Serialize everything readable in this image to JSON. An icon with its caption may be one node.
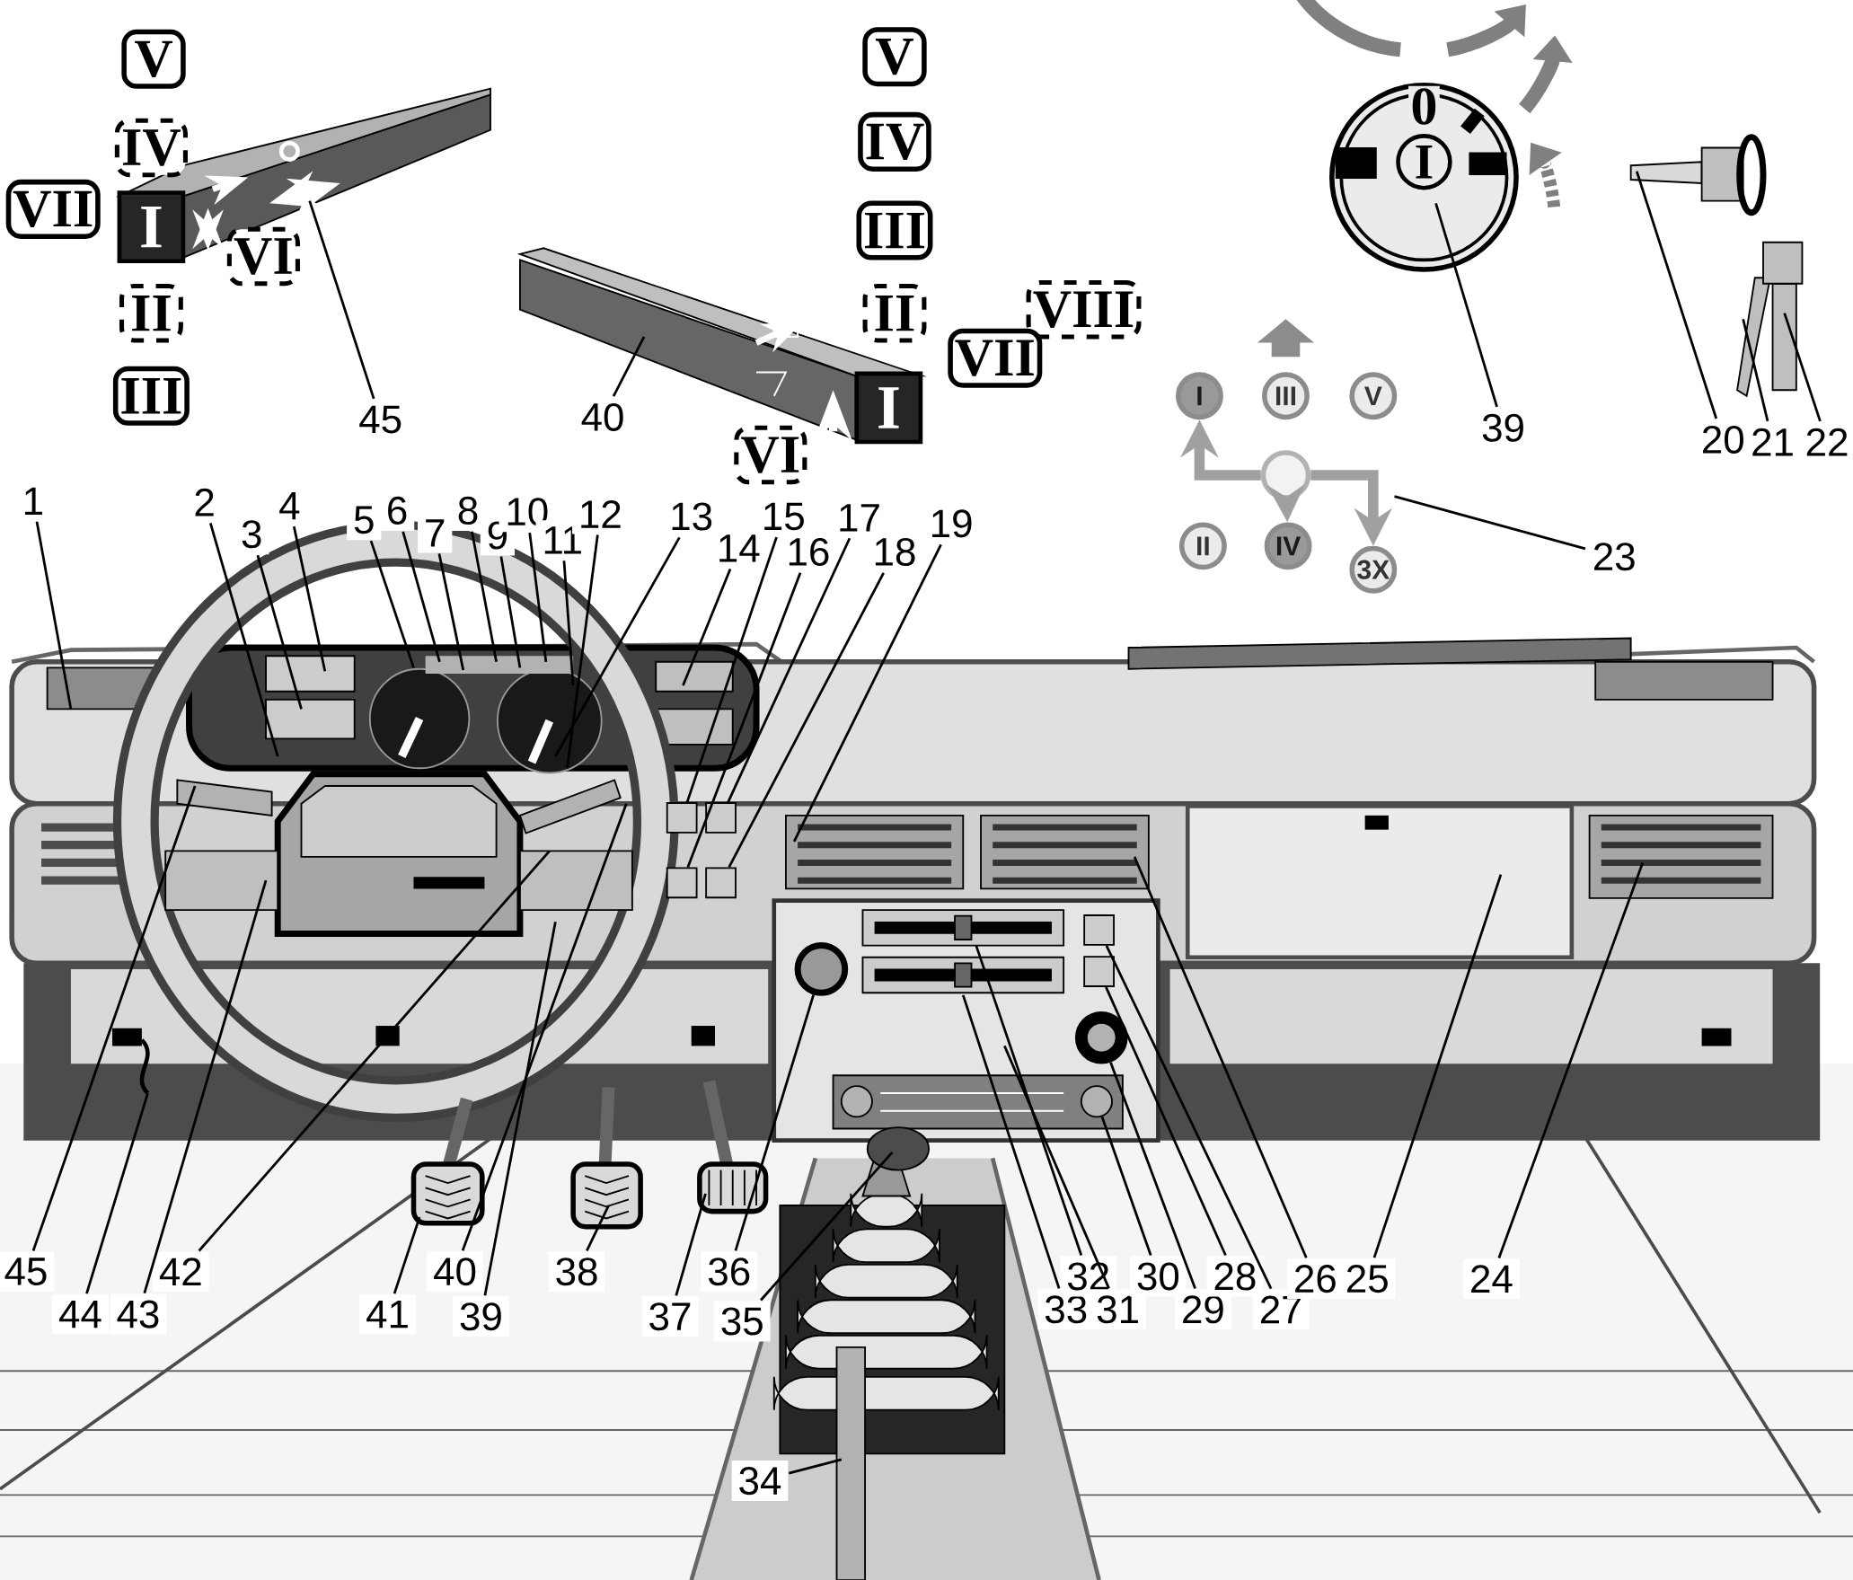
{
  "diagram": {
    "nodes": [
      {
        "text": [
          "V"
        ]
      },
      {
        "text": [
          "IV"
        ]
      },
      {
        "text": [
          "VII"
        ]
      },
      {
        "text": [
          "I"
        ]
      },
      {
        "text": [
          "VI"
        ]
      },
      {
        "text": [
          "II"
        ]
      },
      {
        "text": [
          "III"
        ]
      },
      {
        "text": [
          "V"
        ]
      },
      {
        "text": [
          "IV"
        ]
      },
      {
        "text": [
          "III"
        ]
      },
      {
        "text": [
          "II"
        ]
      },
      {
        "text": [
          "VIII"
        ]
      },
      {
        "text": [
          "VII"
        ]
      },
      {
        "text": [
          "I"
        ]
      },
      {
        "text": [
          "VI"
        ]
      },
      {
        "text": [
          "I"
        ]
      },
      {
        "text": [
          "III"
        ]
      },
      {
        "text": [
          "V"
        ]
      },
      {
        "text": [],
        "shape": "circle"
      },
      {
        "text": [
          "II"
        ]
      },
      {
        "text": [
          "IV"
        ]
      },
      {
        "text": [
          "3X"
        ]
      },
      {
        "text": [
          "45"
        ]
      },
      {
        "text": [
          "40"
        ]
      },
      {
        "text": [
          "39"
        ]
      },
      {
        "text": [
          "20"
        ]
      },
      {
        "text": [
          "21"
        ]
      },
      {
        "text": [
          "22"
        ]
      },
      {
        "text": [
          "1"
        ]
      },
      {
        "text": [
          "2"
        ]
      },
      {
        "text": [
          "3"
        ]
      },
      {
        "text": [
          "4"
        ]
      },
      {
        "text": [
          "5"
        ]
      },
      {
        "text": [
          "6"
        ]
      },
      {
        "text": [
          "7"
        ]
      },
      {
        "text": [
          "8"
        ]
      },
      {
        "text": [
          "9"
        ]
      },
      {
        "text": [
          "10"
        ]
      },
      {
        "text": [
          "11"
        ]
      },
      {
        "text": [
          "12"
        ]
      },
      {
        "text": [
          "13"
        ]
      },
      {
        "text": [
          "14"
        ]
      },
      {
        "text": [
          "15"
        ]
      },
      {
        "text": [
          "16"
        ]
      },
      {
        "text": [
          "17"
        ]
      },
      {
        "text": [
          "18"
        ]
      },
      {
        "text": [
          "19"
        ]
      },
      {
        "text": [
          "23"
        ]
      },
      {
        "text": [
          "45"
        ]
      },
      {
        "text": [
          "44"
        ]
      },
      {
        "text": [
          "43"
        ]
      },
      {
        "text": [
          "42"
        ]
      },
      {
        "text": [
          "41"
        ]
      },
      {
        "text": [
          "40"
        ]
      },
      {
        "text": [
          "39"
        ]
      },
      {
        "text": [
          "38"
        ]
      },
      {
        "text": [
          "37"
        ]
      },
      {
        "text": [
          "36"
        ]
      },
      {
        "text": [
          "35"
        ]
      },
      {
        "text": [
          "33"
        ]
      },
      {
        "text": [
          "32"
        ]
      },
      {
        "text": [
          "31"
        ]
      },
      {
        "text": [
          "30"
        ]
      },
      {
        "text": [
          "29"
        ]
      },
      {
        "text": [
          "28"
        ]
      },
      {
        "text": [
          "27"
        ]
      },
      {
        "text": [
          "26"
        ]
      },
      {
        "text": [
          "25"
        ]
      },
      {
        "text": [
          "24"
        ]
      },
      {
        "text": [
          "34"
        ]
      },
      {
        "text": [],
        "shape": "box"
      },
      {
        "text": [],
        "shape": "box"
      },
      {
        "text": [],
        "shape": "box"
      },
      {
        "text": [],
        "shape": "box"
      },
      {
        "text": [],
        "shape": "circle"
      },
      {
        "text": [],
        "shape": "box"
      },
      {
        "text": [],
        "shape": "box"
      },
      {
        "text": [],
        "shape": "circle"
      },
      {
        "text": [],
        "shape": "circle"
      }
    ],
    "edges": [
      {
        "from": 18,
        "to": 15,
        "arrow": "to",
        "style": "thick",
        "color": "#a0a0a0"
      },
      {
        "from": 18,
        "to": 20,
        "arrow": "to",
        "style": "thick",
        "color": "#a0a0a0"
      },
      {
        "from": 18,
        "to": 21,
        "arrow": "to",
        "style": "thick",
        "color": "#a0a0a0"
      },
      {
        "from": 22,
        "to": null,
        "arrow": "none"
      },
      {
        "from": 23,
        "to": null,
        "arrow": "none"
      },
      {
        "from": 24,
        "to": null,
        "arrow": "none"
      },
      {
        "from": 25,
        "to": null,
        "arrow": "none"
      },
      {
        "from": 26,
        "to": null,
        "arrow": "none"
      },
      {
        "from": 27,
        "to": null,
        "arrow": "none"
      },
      {
        "from": 28,
        "to": null,
        "arrow": "none"
      },
      {
        "from": 29,
        "to": null,
        "arrow": "none"
      },
      {
        "from": 30,
        "to": null,
        "arrow": "none"
      },
      {
        "from": 31,
        "to": null,
        "arrow": "none"
      },
      {
        "from": 32,
        "to": null,
        "arrow": "none"
      },
      {
        "from": 33,
        "to": null,
        "arrow": "none"
      },
      {
        "from": 34,
        "to": null,
        "arrow": "none"
      },
      {
        "from": 35,
        "to": null,
        "arrow": "none"
      },
      {
        "from": 36,
        "to": null,
        "arrow": "none"
      },
      {
        "from": 37,
        "to": null,
        "arrow": "none"
      },
      {
        "from": 38,
        "to": null,
        "arrow": "none"
      },
      {
        "from": 39,
        "to": null,
        "arrow": "none"
      },
      {
        "from": 40,
        "to": null,
        "arrow": "none"
      },
      {
        "from": 41,
        "to": null,
        "arrow": "none"
      },
      {
        "from": 42,
        "to": 70,
        "arrow": "none"
      },
      {
        "from": 43,
        "to": 72,
        "arrow": "none"
      },
      {
        "from": 44,
        "to": 71,
        "arrow": "none"
      },
      {
        "from": 45,
        "to": 73,
        "arrow": "none"
      },
      {
        "from": 46,
        "to": null,
        "arrow": "none"
      },
      {
        "from": 47,
        "to": null,
        "arrow": "none"
      },
      {
        "from": 48,
        "to": null,
        "arrow": "none"
      },
      {
        "from": 49,
        "to": null,
        "arrow": "none"
      },
      {
        "from": 50,
        "to": null,
        "arrow": "none"
      },
      {
        "from": 51,
        "to": null,
        "arrow": "none"
      },
      {
        "from": 52,
        "to": null,
        "arrow": "none"
      },
      {
        "from": 53,
        "to": null,
        "arrow": "none"
      },
      {
        "from": 54,
        "to": null,
        "arrow": "none"
      },
      {
        "from": 55,
        "to": null,
        "arrow": "none"
      },
      {
        "from": 56,
        "to": null,
        "arrow": "none"
      },
      {
        "from": 57,
        "to": 74,
        "arrow": "none"
      },
      {
        "from": 58,
        "to": null,
        "arrow": "none"
      },
      {
        "from": 59,
        "to": null,
        "arrow": "none"
      },
      {
        "from": 60,
        "to": null,
        "arrow": "none"
      },
      {
        "from": 61,
        "to": null,
        "arrow": "none"
      },
      {
        "from": 62,
        "to": 78,
        "arrow": "none"
      },
      {
        "from": 63,
        "to": 77,
        "arrow": "none"
      },
      {
        "from": 64,
        "to": 76,
        "arrow": "none"
      },
      {
        "from": 65,
        "to": 75,
        "arrow": "none"
      },
      {
        "from": 66,
        "to": null,
        "arrow": "none"
      },
      {
        "from": 67,
        "to": null,
        "arrow": "none"
      },
      {
        "from": 68,
        "to": null,
        "arrow": "none"
      },
      {
        "from": 69,
        "to": null,
        "arrow": "none"
      }
    ],
    "labels": [
      "0",
      "I"
    ]
  }
}
